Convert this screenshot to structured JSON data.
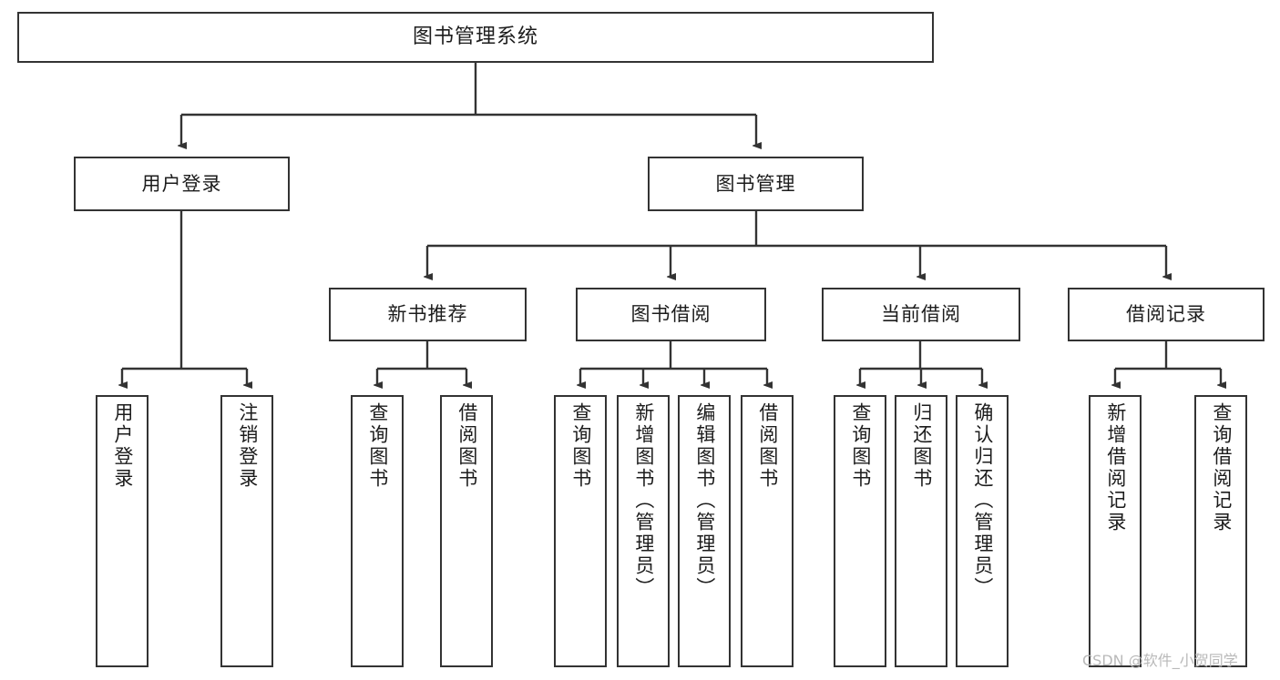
{
  "diagram": {
    "title": "图书管理系统",
    "type": "hierarchy-tree",
    "watermark": "CSDN @软件_小贺同学",
    "colors": {
      "box_border": "#333333",
      "box_fill": "#ffffff",
      "connector": "#333333",
      "text": "#1c1c1c",
      "watermark": "#b9b9b9",
      "background": "#ffffff"
    },
    "nodes": {
      "root": {
        "label": "图书管理系统"
      },
      "level1": [
        {
          "id": "user-login",
          "label": "用户登录"
        },
        {
          "id": "book-management",
          "label": "图书管理"
        }
      ],
      "level2": [
        {
          "id": "new-book-recommend",
          "label": "新书推荐"
        },
        {
          "id": "book-borrow",
          "label": "图书借阅"
        },
        {
          "id": "current-borrow",
          "label": "当前借阅"
        },
        {
          "id": "borrow-record",
          "label": "借阅记录"
        }
      ],
      "leaves": {
        "user-login": [
          {
            "id": "leaf-user-login",
            "label": "用户登录"
          },
          {
            "id": "leaf-logout-login",
            "label": "注销登录"
          }
        ],
        "new-book-recommend": [
          {
            "id": "leaf-query-book-1",
            "label": "查询图书"
          },
          {
            "id": "leaf-borrow-book-1",
            "label": "借阅图书"
          }
        ],
        "book-borrow": [
          {
            "id": "leaf-query-book-2",
            "label": "查询图书"
          },
          {
            "id": "leaf-add-book",
            "label": "新增图书（管理员）"
          },
          {
            "id": "leaf-edit-book",
            "label": "编辑图书（管理员）"
          },
          {
            "id": "leaf-borrow-book-2",
            "label": "借阅图书"
          }
        ],
        "current-borrow": [
          {
            "id": "leaf-query-book-3",
            "label": "查询图书"
          },
          {
            "id": "leaf-return-book",
            "label": "归还图书"
          },
          {
            "id": "leaf-confirm-return",
            "label": "确认归还（管理员）"
          }
        ],
        "borrow-record": [
          {
            "id": "leaf-add-record",
            "label": "新增借阅记录"
          },
          {
            "id": "leaf-query-record",
            "label": "查询借阅记录"
          }
        ]
      }
    }
  }
}
